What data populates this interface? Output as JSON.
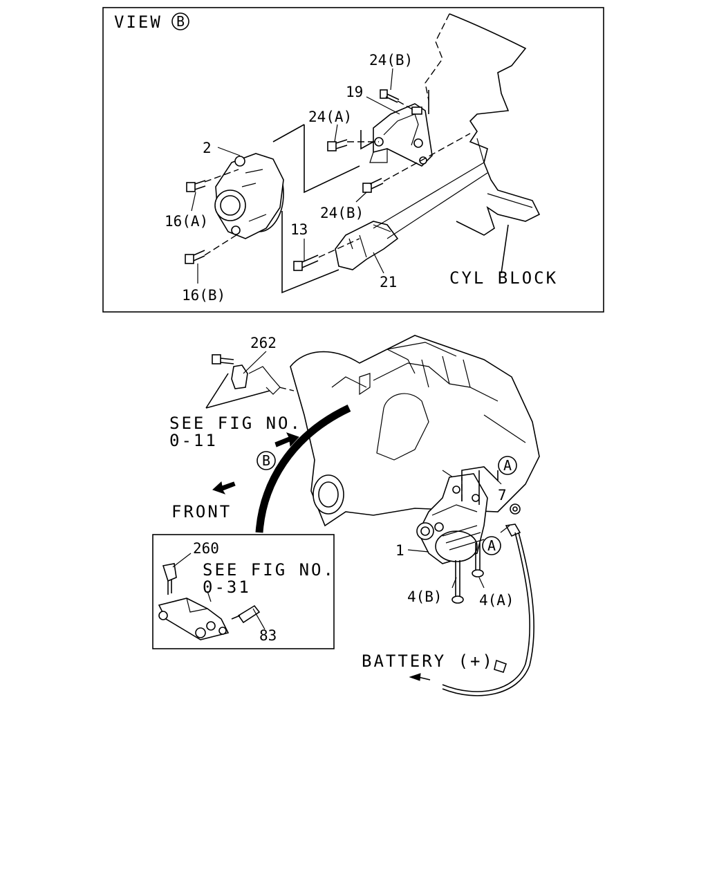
{
  "view_panel": {
    "title": "VIEW",
    "title_circle": "B",
    "cyl_block_label": "CYL BLOCK",
    "labels": {
      "p24b_top": "24(B)",
      "p19": "19",
      "p24a": "24(A)",
      "p2": "2",
      "p16a": "16(A)",
      "p24b_mid": "24(B)",
      "p13": "13",
      "p21": "21",
      "p16b": "16(B)"
    }
  },
  "main": {
    "p262": "262",
    "see_fig_1_line1": "SEE FIG NO.",
    "see_fig_1_line2": "0-11",
    "circle_b": "B",
    "front_label": "FRONT",
    "circle_a_1": "A",
    "circle_a_2": "A",
    "p7": "7",
    "p1": "1",
    "p4b": "4(B)",
    "p4a": "4(A)",
    "battery_label": "BATTERY (+)"
  },
  "inset": {
    "p260": "260",
    "see_fig_2_line1": "SEE FIG NO.",
    "see_fig_2_line2": "0-31",
    "p83": "83"
  }
}
